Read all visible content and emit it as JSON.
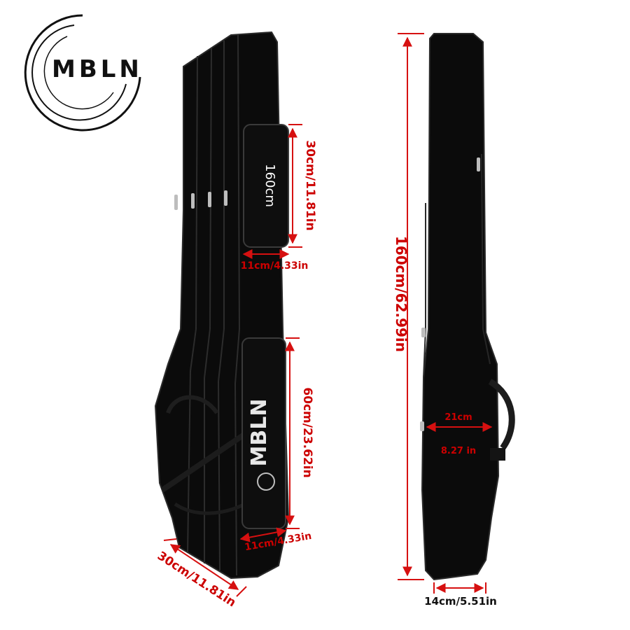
{
  "brand": {
    "logo_text": "MBLN",
    "bag_print": "MBLN",
    "small_pocket_print": "160cm"
  },
  "colors": {
    "bag": "#0b0b0b",
    "bag_edge": "#262626",
    "dimension_line": "#d61010",
    "dimension_text": "#cc0000",
    "logo": "#111111"
  },
  "icons": [
    "mbln-logo-icon",
    "zipper-pull-icon"
  ],
  "dimensions": {
    "small_pocket_height": "30cm/11.81in",
    "small_pocket_width": "11cm/4.33in",
    "large_pocket_height": "60cm/23.62in",
    "large_pocket_width": "11cm/4.33in",
    "bag_width": "30cm/11.81in",
    "bag_length": "160cm/62.99in",
    "side_depth_cm": "21cm",
    "side_depth_in": "8.27 in",
    "bottom_depth": "14cm/5.51in"
  }
}
